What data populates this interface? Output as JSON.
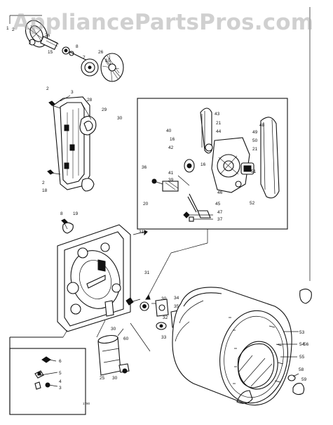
{
  "watermark": "AppliancePartsPros.com",
  "figure_code": "1790",
  "callouts": [
    {
      "id": "c1",
      "label": "1"
    },
    {
      "id": "c2",
      "label": "2"
    },
    {
      "id": "c3",
      "label": "2"
    },
    {
      "id": "c4",
      "label": "26"
    },
    {
      "id": "c5",
      "label": "15"
    },
    {
      "id": "c6",
      "label": "8"
    },
    {
      "id": "c7",
      "label": "7"
    },
    {
      "id": "c8",
      "label": "26"
    },
    {
      "id": "c9",
      "label": "10"
    },
    {
      "id": "c10",
      "label": "2"
    },
    {
      "id": "c11",
      "label": "3"
    },
    {
      "id": "c12",
      "label": "28"
    },
    {
      "id": "c13",
      "label": "29"
    },
    {
      "id": "c14",
      "label": "30"
    },
    {
      "id": "c15",
      "label": "2"
    },
    {
      "id": "c16",
      "label": "18"
    },
    {
      "id": "c17",
      "label": "43"
    },
    {
      "id": "c18",
      "label": "21"
    },
    {
      "id": "c19",
      "label": "44"
    },
    {
      "id": "c20",
      "label": "40"
    },
    {
      "id": "c21",
      "label": "16"
    },
    {
      "id": "c22",
      "label": "42"
    },
    {
      "id": "c23",
      "label": "36"
    },
    {
      "id": "c24",
      "label": "41"
    },
    {
      "id": "c25",
      "label": "39"
    },
    {
      "id": "c26",
      "label": "16"
    },
    {
      "id": "c27",
      "label": "48"
    },
    {
      "id": "c28",
      "label": "49"
    },
    {
      "id": "c29",
      "label": "50"
    },
    {
      "id": "c30",
      "label": "21"
    },
    {
      "id": "c31",
      "label": "51"
    },
    {
      "id": "c32",
      "label": "46"
    },
    {
      "id": "c33",
      "label": "52"
    },
    {
      "id": "c34",
      "label": "20"
    },
    {
      "id": "c35",
      "label": "45"
    },
    {
      "id": "c36",
      "label": "47"
    },
    {
      "id": "c37",
      "label": "37"
    },
    {
      "id": "c38",
      "label": "8"
    },
    {
      "id": "c39",
      "label": "19"
    },
    {
      "id": "c40",
      "label": "31"
    },
    {
      "id": "c41",
      "label": "31"
    },
    {
      "id": "c42",
      "label": "30"
    },
    {
      "id": "c43",
      "label": "34"
    },
    {
      "id": "c44",
      "label": "35"
    },
    {
      "id": "c45",
      "label": "32"
    },
    {
      "id": "c46",
      "label": "33"
    },
    {
      "id": "c47",
      "label": "30"
    },
    {
      "id": "c48",
      "label": "60"
    },
    {
      "id": "c49",
      "label": "25"
    },
    {
      "id": "c50",
      "label": "30"
    },
    {
      "id": "c51",
      "label": "6"
    },
    {
      "id": "c52",
      "label": "5"
    },
    {
      "id": "c53",
      "label": "4"
    },
    {
      "id": "c54",
      "label": "3"
    },
    {
      "id": "c55",
      "label": "53"
    },
    {
      "id": "c56",
      "label": "54"
    },
    {
      "id": "c57",
      "label": "56"
    },
    {
      "id": "c58",
      "label": "55"
    },
    {
      "id": "c59",
      "label": "58"
    },
    {
      "id": "c60",
      "label": "59"
    }
  ]
}
